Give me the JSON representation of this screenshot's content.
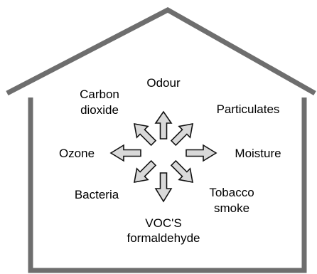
{
  "colors": {
    "house_outline": "#6e6e6e",
    "arrow_fill": "#d9d9d9",
    "arrow_stroke": "#111111",
    "text": "#000000"
  },
  "labels": {
    "odour": "Odour",
    "carbon_dioxide_line1": "Carbon",
    "carbon_dioxide_line2": "dioxide",
    "particulates": "Particulates",
    "ozone": "Ozone",
    "moisture": "Moisture",
    "bacteria": "Bacteria",
    "tobacco_smoke_line1": "Tobacco",
    "tobacco_smoke_line2": "smoke",
    "vocs_line1": "VOC'S",
    "vocs_line2": "formaldehyde"
  },
  "arrows": [
    {
      "name": "arrow-odour",
      "direction": "up"
    },
    {
      "name": "arrow-particulates",
      "direction": "up-right"
    },
    {
      "name": "arrow-moisture",
      "direction": "right"
    },
    {
      "name": "arrow-tobacco-smoke",
      "direction": "down-right"
    },
    {
      "name": "arrow-vocs",
      "direction": "down"
    },
    {
      "name": "arrow-bacteria",
      "direction": "down-left"
    },
    {
      "name": "arrow-ozone",
      "direction": "left"
    },
    {
      "name": "arrow-carbon-dioxide",
      "direction": "up-left"
    }
  ]
}
